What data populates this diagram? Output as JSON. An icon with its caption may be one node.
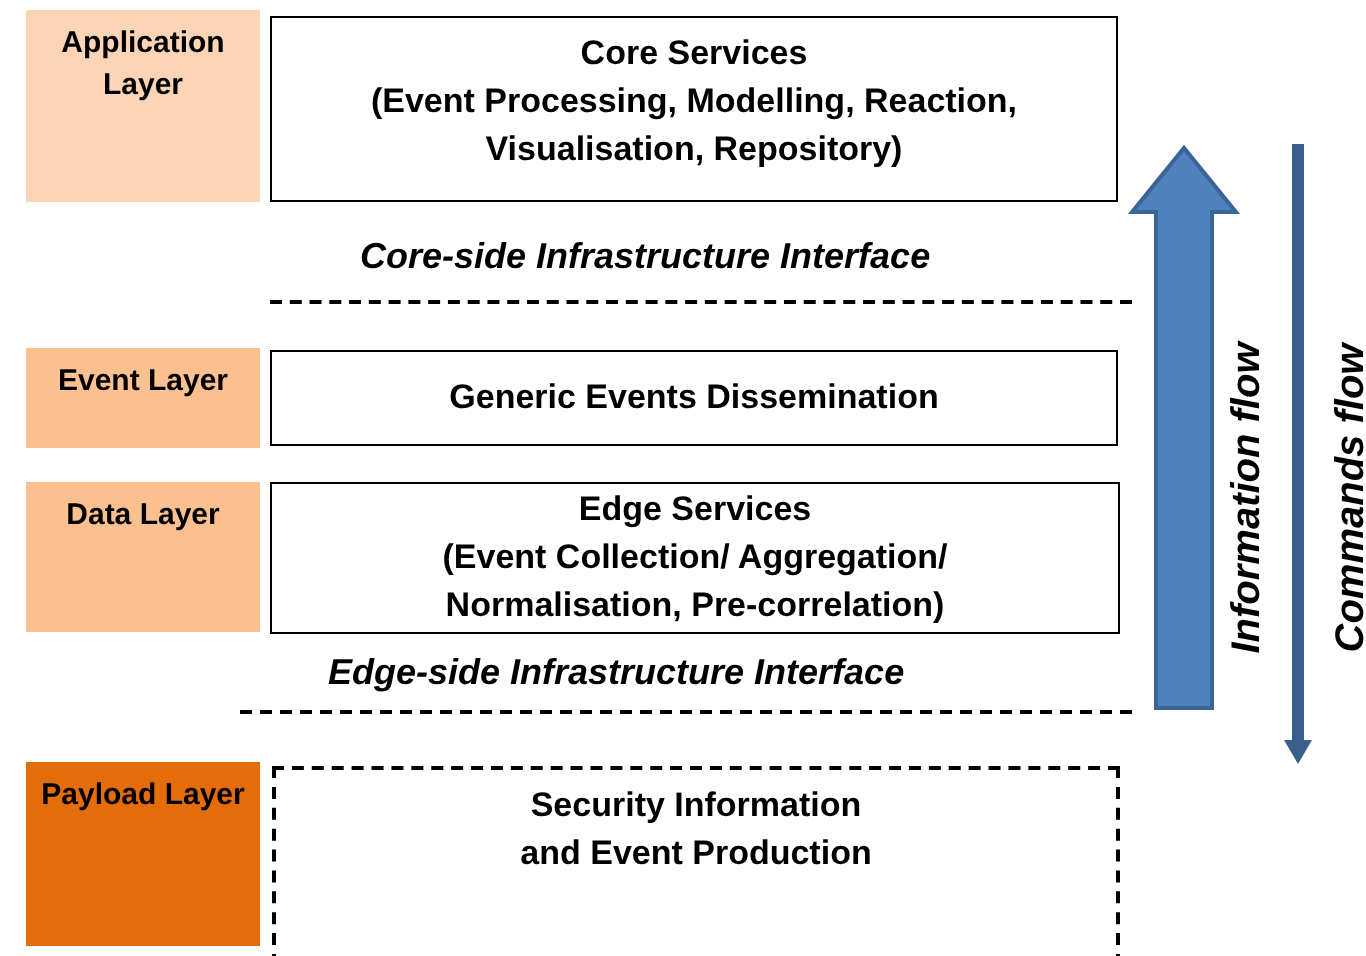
{
  "diagram": {
    "nodes": [
      {
        "text": [
          "Application Layer"
        ]
      },
      {
        "text": [
          "Core Services",
          "(Event Processing, Modelling, Reaction, Visualisation, Repository)"
        ]
      },
      {
        "text": [
          "Event Layer"
        ]
      },
      {
        "text": [
          "Generic Events Dissemination"
        ]
      },
      {
        "text": [
          "Data Layer"
        ]
      },
      {
        "text": [
          "Edge Services",
          "(Event Collection/ Aggregation/ Normalisation, Pre-correlation)"
        ]
      },
      {
        "text": [
          "Payload Layer"
        ]
      },
      {
        "text": [
          "Security Information and Event Production"
        ]
      }
    ],
    "labels": [
      "Core-side Infrastructure Interface",
      "Edge-side Infrastructure Interface",
      "Information flow",
      "Commands flow"
    ]
  }
}
